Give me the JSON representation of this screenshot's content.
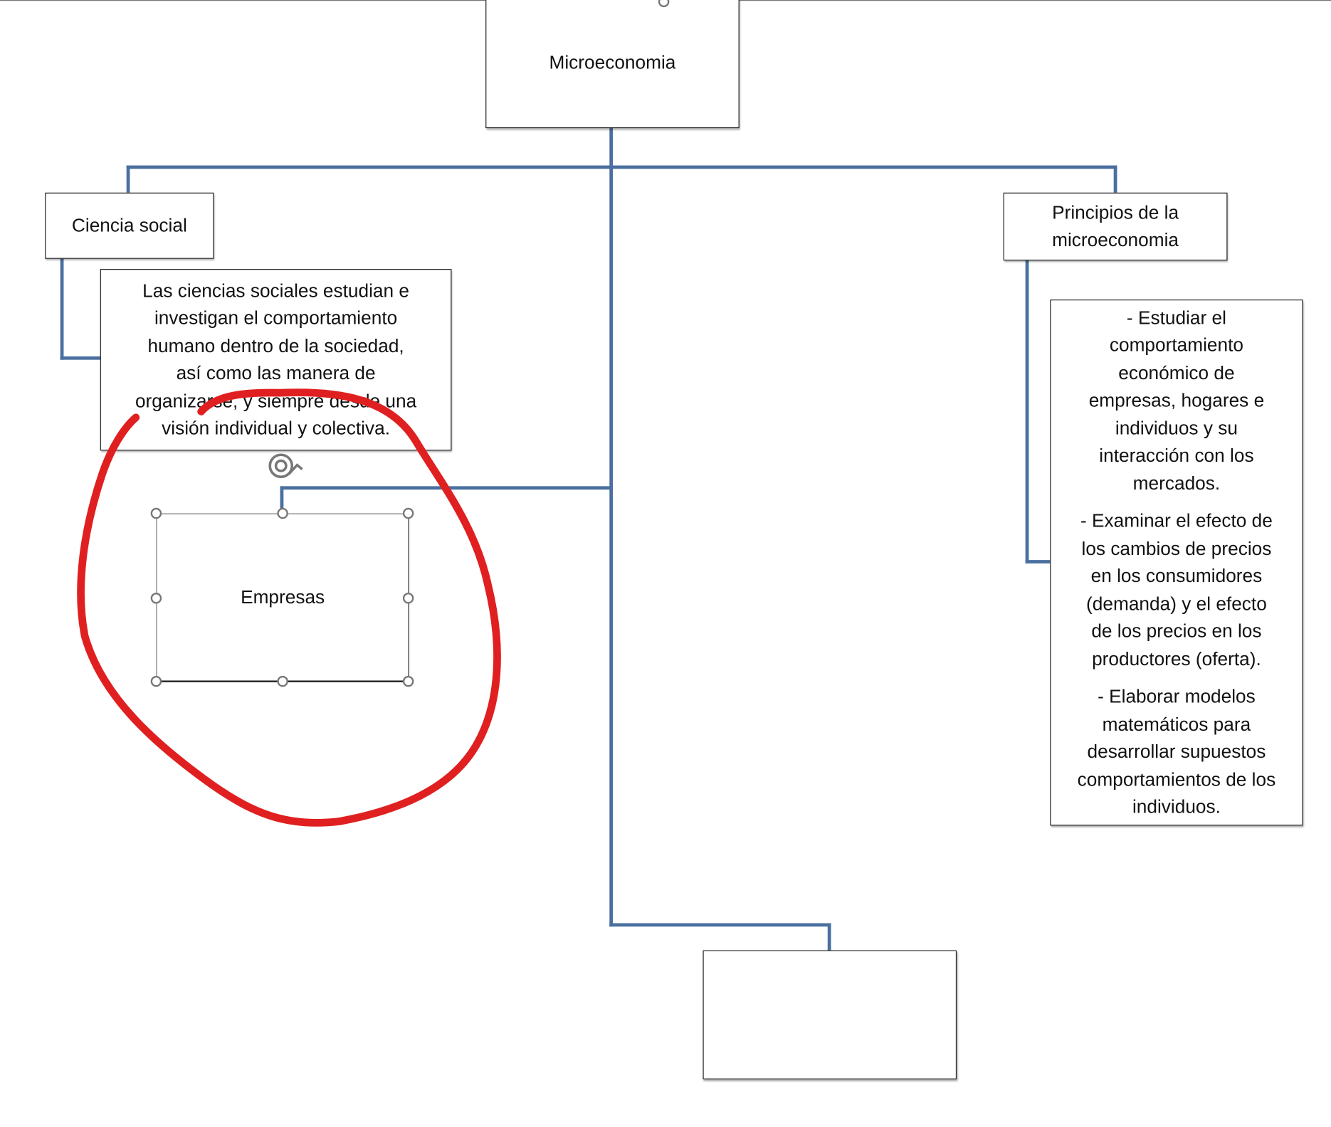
{
  "diagram": {
    "root": "Microeconomia",
    "left_node": "Ciencia social",
    "left_description": "Las ciencias sociales estudian e\ninvestigan el comportamiento\nhumano dentro de la sociedad,\nasí como las manera de\norganizarse, y siempre desde una\nvisión individual y colectiva.",
    "selected_node": "Empresas",
    "right_node": "Principios de la\nmicroeconomia",
    "right_description": [
      "- Estudiar el\ncomportamiento\neconómico de\nempresas, hogares e\nindividuos y su\ninteracción con los\nmercados.",
      "- Examinar el efecto de\nlos cambios de precios\nen los consumidores\n(demanda) y el efecto\nde los precios en los\nproductores (oferta).",
      "-  Elaborar modelos\nmatemáticos para\ndesarrollar supuestos\ncomportamientos de los\nindividuos."
    ],
    "bottom_node": ""
  },
  "colors": {
    "connector": "#4a6fa0",
    "annotation": "#e02020"
  }
}
